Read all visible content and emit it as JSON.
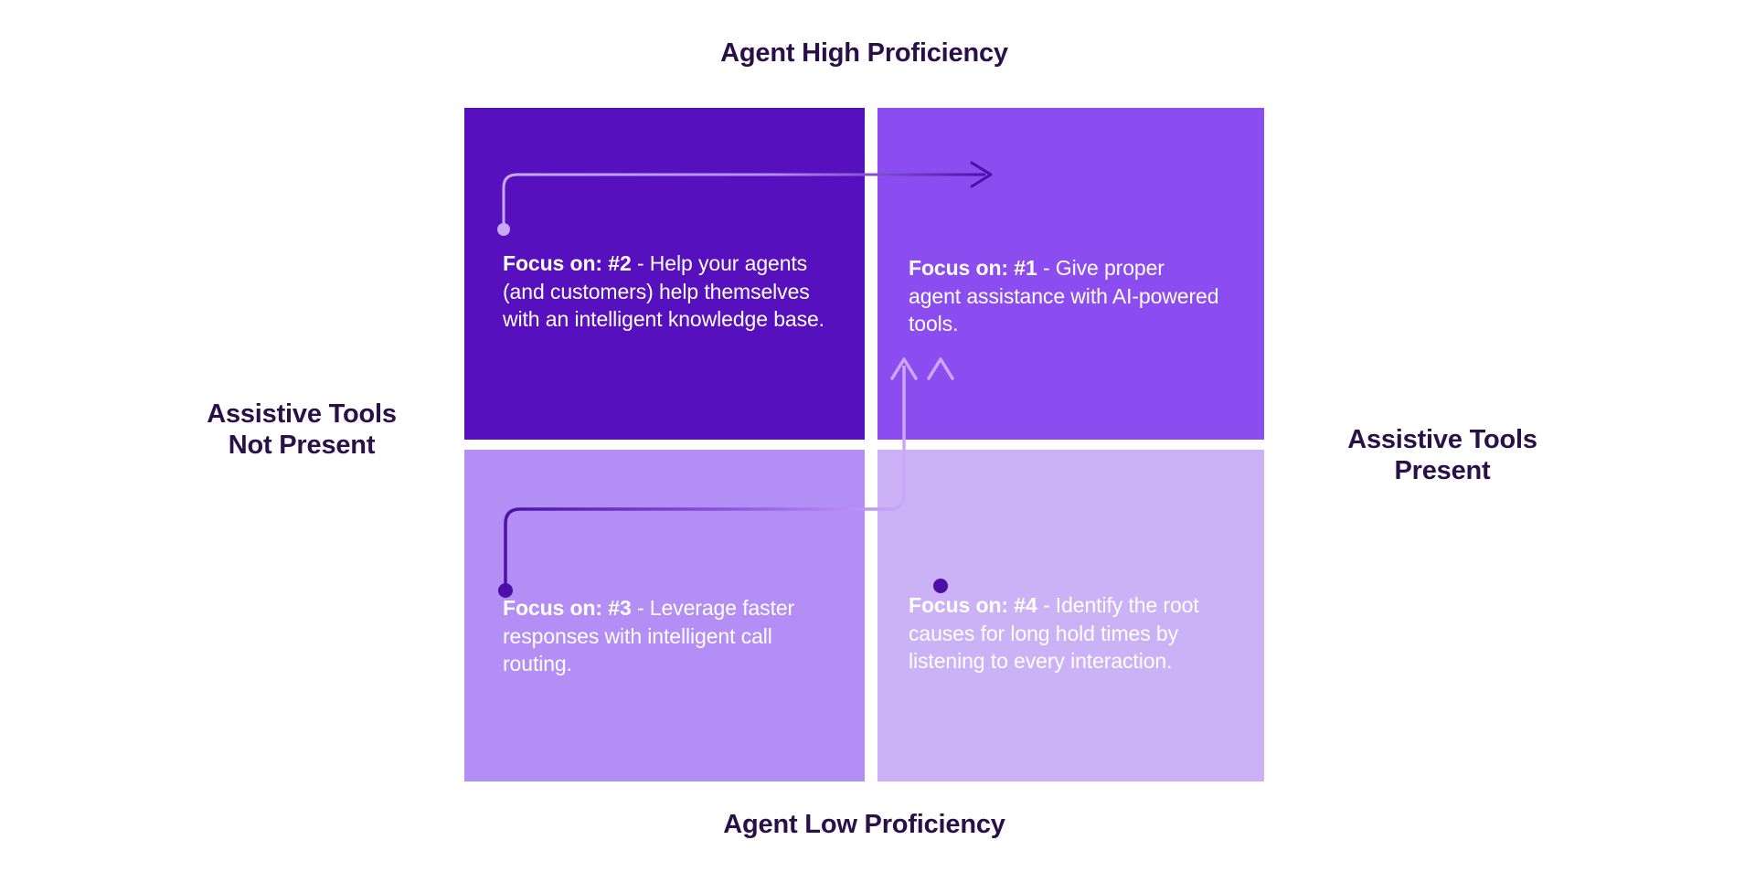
{
  "diagram": {
    "title_top": "Agent High Proficiency",
    "title_bottom": "Agent Low Proficiency",
    "label_left": "Assistive Tools\nNot Present",
    "label_right": "Assistive Tools\nPresent",
    "colors": {
      "quadrant_top_left": "#5710bd",
      "quadrant_top_right": "#8c4df0",
      "quadrant_bottom_left": "#b28ef5",
      "quadrant_bottom_right": "#cbb2f7",
      "label_text": "#2a1048",
      "quadrant_text": "#ffffff",
      "connector_dark": "#4c0fa8",
      "connector_light": "#c9a9f7",
      "background": "#ffffff"
    }
  },
  "quadrants": {
    "top_left": {
      "id": "quadrant-top-left",
      "lead": "Focus on: #2",
      "body": " - Help your agents (and customers) help themselves with an intelligent knowledge base.",
      "full_text": "Focus on: #2 - Help your agents (and customers) help themselves with an intelligent knowledge base."
    },
    "top_right": {
      "id": "quadrant-top-right",
      "lead": "Focus on: #1",
      "body": " - Give proper agent assistance with AI-powered tools.",
      "full_text": "Focus on: #1 - Give proper agent assistance with AI-powered tools."
    },
    "bottom_left": {
      "id": "quadrant-bottom-left",
      "lead": "Focus on: #3",
      "body": " - Leverage faster responses with intelligent call routing.",
      "full_text": "Focus on: #3 - Leverage faster responses with intelligent call routing."
    },
    "bottom_right": {
      "id": "quadrant-bottom-right",
      "lead": "Focus on: #4",
      "body": " - Identify the root causes for long hold times by listening to every interaction.",
      "full_text": "Focus on: #4 - Identify the root causes for long hold times by listening to every interaction."
    }
  },
  "connectors": [
    {
      "name": "path-2-to-1",
      "description": "From Focus #2 (top-left) curving up and right to an arrowhead in the top-right quadrant",
      "from": "top_left",
      "to": "top_right",
      "style": "light"
    },
    {
      "name": "path-3-to-1",
      "description": "From Focus #3 (bottom-left) curving up and right then up into the top-right quadrant",
      "from": "bottom_left",
      "to": "top_right",
      "style": "dark-to-light"
    },
    {
      "name": "path-4-to-1",
      "description": "From Focus #4 (bottom-right) straight up into the top-right quadrant",
      "from": "bottom_right",
      "to": "top_right",
      "style": "dark-to-light"
    }
  ]
}
